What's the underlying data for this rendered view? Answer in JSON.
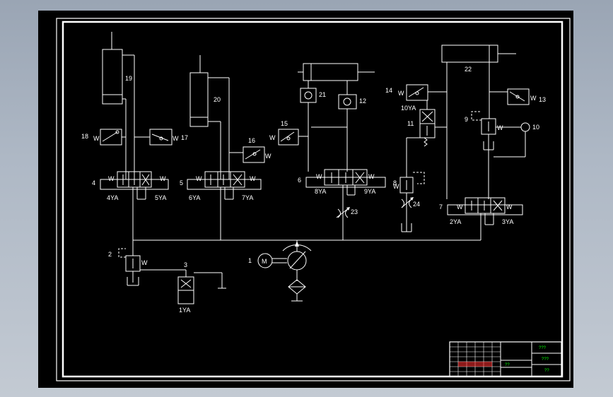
{
  "colors": {
    "sheet_bg": "#000000",
    "border": "#ffffff",
    "lines": "#ffffff",
    "title_block_text": "#00ff00",
    "title_block_red": "#ff3030"
  },
  "components": {
    "c1": "1",
    "c2": "2",
    "c3": "3",
    "c4": "4",
    "c5": "5",
    "c6": "6",
    "c7": "7",
    "c8": "8",
    "c9": "9",
    "c10": "10",
    "c11": "11",
    "c12": "12",
    "c13": "13",
    "c14": "14",
    "c15": "15",
    "c16": "16",
    "c17": "17",
    "c18": "18",
    "c19": "19",
    "c20": "20",
    "c21": "21",
    "c22": "22",
    "c23": "23",
    "c24": "24"
  },
  "solenoids": {
    "ya1": "1YA",
    "ya2": "2YA",
    "ya3": "3YA",
    "ya4": "4YA",
    "ya5": "5YA",
    "ya6": "6YA",
    "ya7": "7YA",
    "ya8": "8YA",
    "ya9": "9YA",
    "ya10": "10YA"
  },
  "spring_symbol": "W",
  "motor_symbol": "M",
  "title_block": {
    "title": "???",
    "drawing_name": "???",
    "scale": "??",
    "sheet": "??"
  }
}
